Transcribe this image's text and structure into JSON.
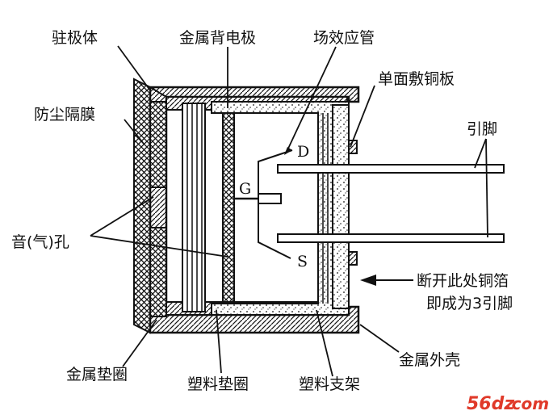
{
  "labels": {
    "electret": "驻极体",
    "metal_back_electrode": "金属背电极",
    "fet": "场效应管",
    "single_copper_board": "单面敷铜板",
    "dust_membrane": "防尘隔膜",
    "lead_pins": "引脚",
    "sound_hole": "音(气)孔",
    "cut_foil_line1": "断开此处铜箔",
    "cut_foil_line2": "即成为3引脚",
    "metal_shell": "金属外壳",
    "metal_gasket": "金属垫圈",
    "plastic_gasket": "塑料垫圈",
    "plastic_support": "塑料支架"
  },
  "pins": {
    "drain": "D",
    "gate": "G",
    "source": "S"
  },
  "watermark": {
    "brand": "56dz",
    "suffix": ".com"
  }
}
